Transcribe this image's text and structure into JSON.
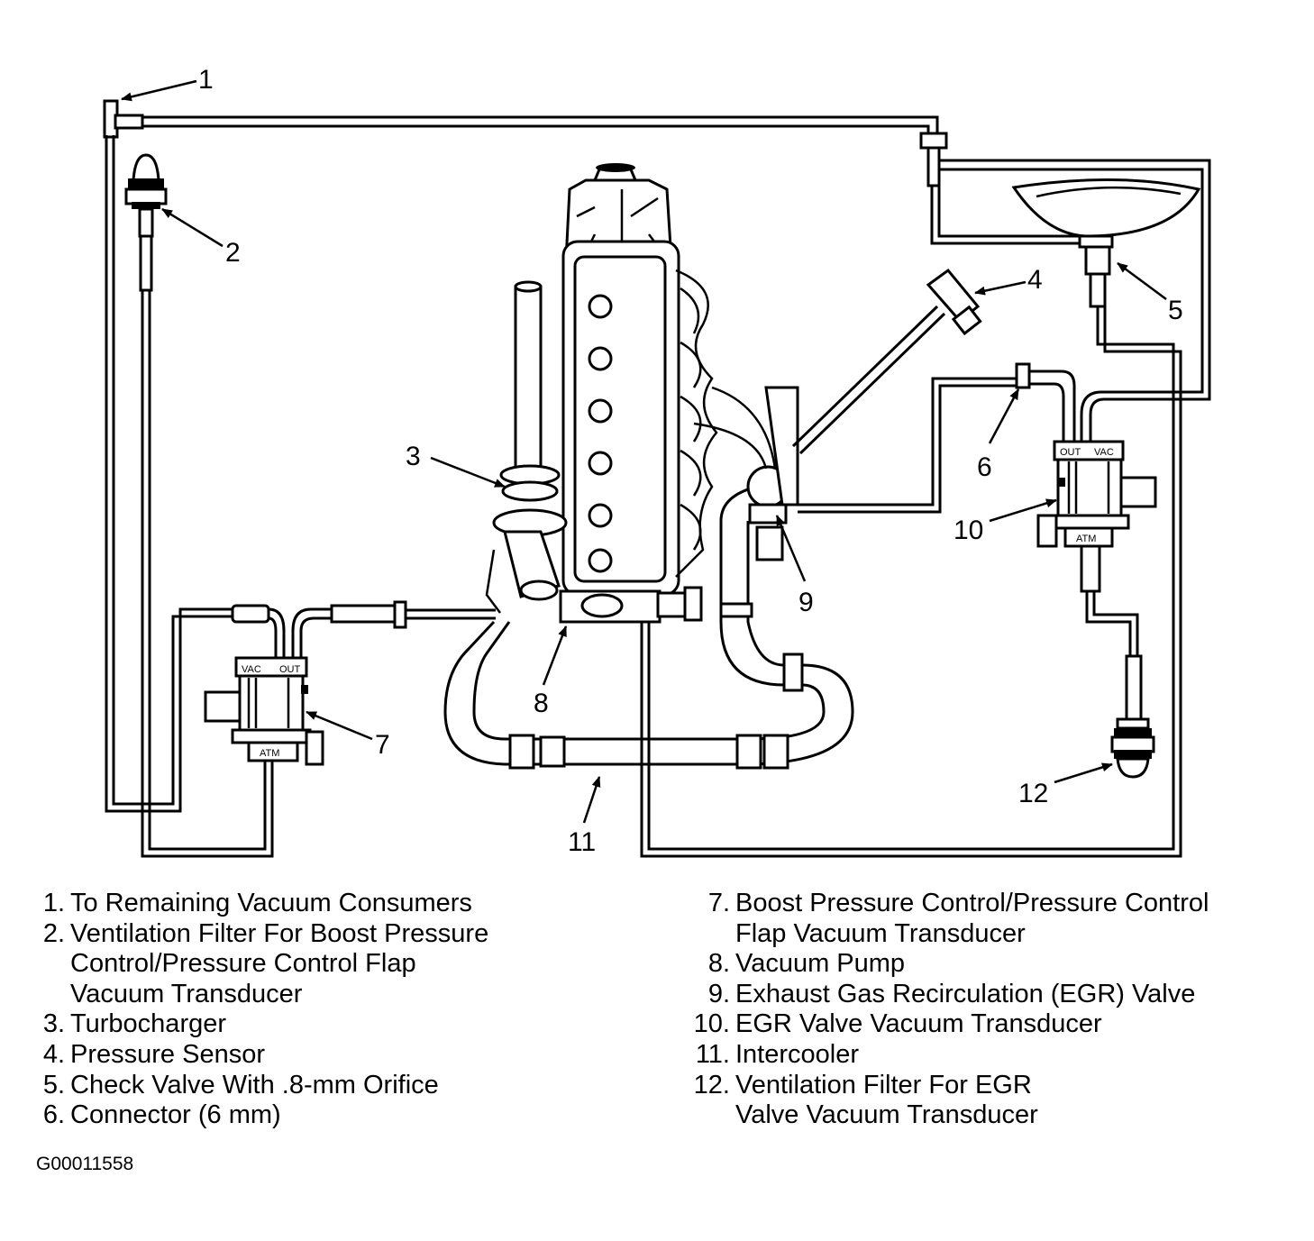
{
  "callouts": {
    "c1": "1",
    "c2": "2",
    "c3": "3",
    "c4": "4",
    "c5": "5",
    "c6": "6",
    "c7": "7",
    "c8": "8",
    "c9": "9",
    "c10": "10",
    "c11": "11",
    "c12": "12"
  },
  "component_marks": {
    "t7_vac": "VAC",
    "t7_out": "OUT",
    "t7_atm": "ATM",
    "t10_out": "OUT",
    "t10_vac": "VAC",
    "t10_atm": "ATM"
  },
  "legend_left": [
    {
      "num": "1.",
      "lines": [
        "To Remaining Vacuum Consumers"
      ]
    },
    {
      "num": "2.",
      "lines": [
        "Ventilation Filter For Boost Pressure",
        "Control/Pressure Control Flap",
        "Vacuum Transducer"
      ]
    },
    {
      "num": "3.",
      "lines": [
        "Turbocharger"
      ]
    },
    {
      "num": "4.",
      "lines": [
        "Pressure Sensor"
      ]
    },
    {
      "num": "5.",
      "lines": [
        "Check Valve With .8-mm Orifice"
      ]
    },
    {
      "num": "6.",
      "lines": [
        "Connector (6 mm)"
      ]
    }
  ],
  "legend_right": [
    {
      "num": "7.",
      "lines": [
        "Boost Pressure Control/Pressure Control",
        "Flap Vacuum Transducer"
      ]
    },
    {
      "num": "8.",
      "lines": [
        "Vacuum Pump"
      ]
    },
    {
      "num": "9.",
      "lines": [
        "Exhaust Gas Recirculation (EGR) Valve"
      ]
    },
    {
      "num": "10.",
      "lines": [
        "EGR Valve Vacuum Transducer"
      ]
    },
    {
      "num": "11.",
      "lines": [
        "Intercooler"
      ]
    },
    {
      "num": "12.",
      "lines": [
        "Ventilation Filter For EGR",
        "Valve Vacuum Transducer"
      ]
    }
  ],
  "figure_id": "G00011558"
}
